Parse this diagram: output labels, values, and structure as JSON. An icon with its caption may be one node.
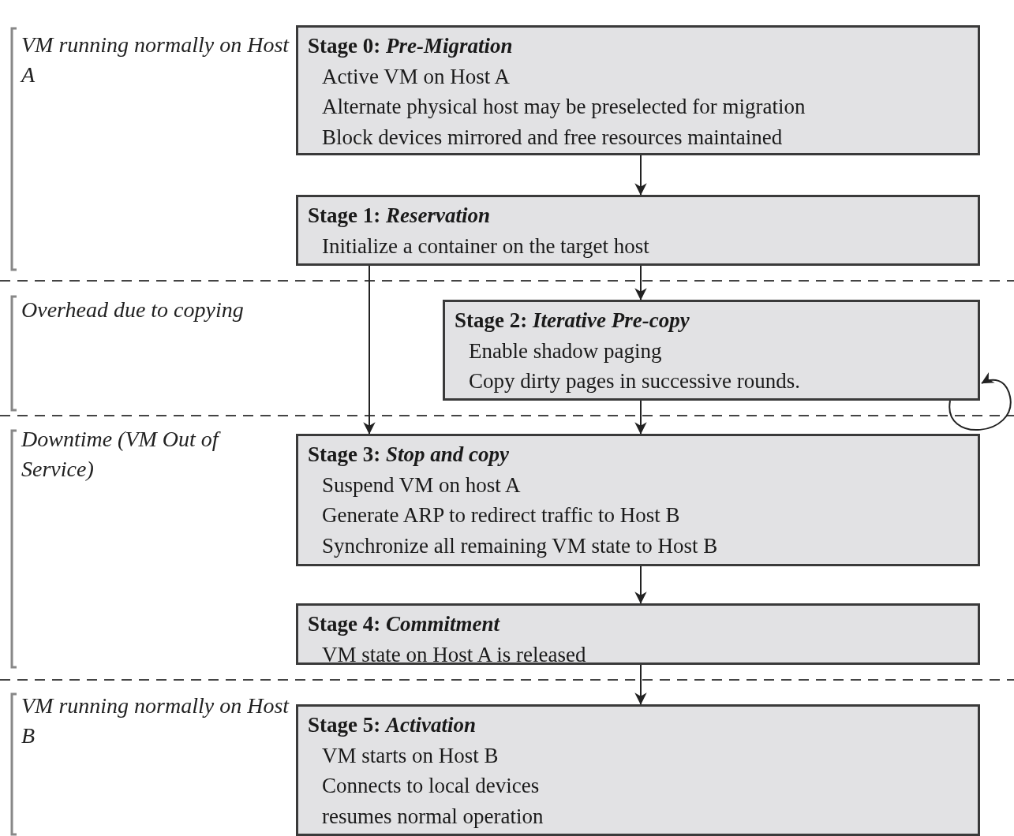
{
  "diagram": {
    "nodes": [
      {
        "text": [
          "Stage 0: *Pre-Migration*",
          "Active VM on Host A",
          "Alternate physical host may be preselected for migration",
          "Block devices mirrored and free resources maintained"
        ]
      },
      {
        "text": [
          "Stage 1: *Reservation*",
          "Initialize a container on the target host"
        ]
      },
      {
        "text": [
          "Stage 2: *Iterative Pre-copy*",
          "Enable shadow paging",
          "Copy dirty pages in successive rounds."
        ]
      },
      {
        "text": [
          "Stage 3: *Stop and copy*",
          "Suspend VM on host A",
          "Generate ARP to redirect traffic to Host B",
          "Synchronize all remaining VM state to Host B"
        ]
      },
      {
        "text": [
          "Stage 4: *Commitment*",
          "VM state on Host A is released"
        ]
      },
      {
        "text": [
          "Stage 5: *Activation*",
          "VM starts on Host B",
          "Connects to local devices",
          "resumes normal operation"
        ]
      }
    ],
    "edges": [
      {
        "from": 0,
        "to": 1,
        "arrow": "to"
      },
      {
        "from": 1,
        "to": 2,
        "arrow": "to"
      },
      {
        "from": 1,
        "to": 3,
        "arrow": "to"
      },
      {
        "from": 2,
        "to": 2,
        "arrow": "to"
      },
      {
        "from": 2,
        "to": 3,
        "arrow": "to"
      },
      {
        "from": 3,
        "to": 4,
        "arrow": "to"
      },
      {
        "from": 4,
        "to": 5,
        "arrow": "to"
      }
    ],
    "labels": [
      "VM running normally on Host A",
      "Overhead due to copying",
      "Downtime (VM Out of Service)",
      "VM running normally on Host B"
    ]
  }
}
